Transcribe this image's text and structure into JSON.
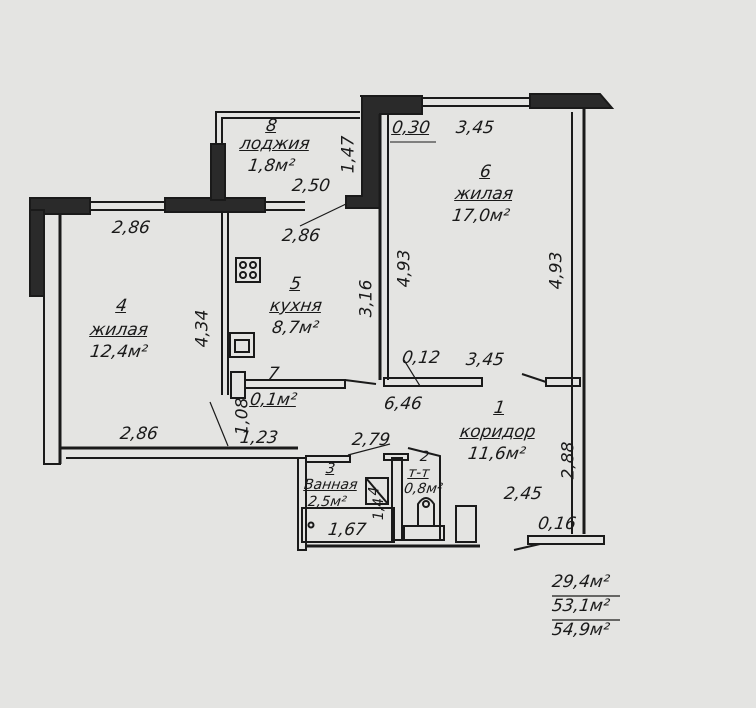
{
  "rooms": [
    {
      "number": "8",
      "name": "лоджия",
      "area": "1,8м²"
    },
    {
      "number": "6",
      "name": "жилая",
      "area": "17,0м²"
    },
    {
      "number": "5",
      "name": "кухня",
      "area": "8,7м²"
    },
    {
      "number": "4",
      "name": "жилая",
      "area": "12,4м²"
    },
    {
      "number": "7",
      "area": "0,1м²"
    },
    {
      "number": "1",
      "name": "коридор",
      "area": "11,6м²"
    },
    {
      "number": "3",
      "name": "Ванная",
      "area": "2,5м²"
    },
    {
      "number": "2",
      "name": "т-т",
      "area": "0,8м²"
    }
  ],
  "dimensions": {
    "d030": "0,30",
    "d345a": "3,45",
    "d286a": "2,86",
    "d250": "2,50",
    "d147": "1,47",
    "d286b": "2,86",
    "d493a": "4,93",
    "d493b": "4,93",
    "d316": "3,16",
    "d434": "4,34",
    "d012": "0,12",
    "d345b": "3,45",
    "d646": "6,46",
    "d108": "1,08",
    "d123": "1,23",
    "d286c": "2,86",
    "d279": "2,79",
    "d288": "2,88",
    "d245": "2,45",
    "d016": "0,16",
    "d167": "1,67",
    "d14": "1,4",
    "shaft": "4"
  },
  "totals": [
    "29,4м²",
    "53,1м²",
    "54,9м²"
  ]
}
